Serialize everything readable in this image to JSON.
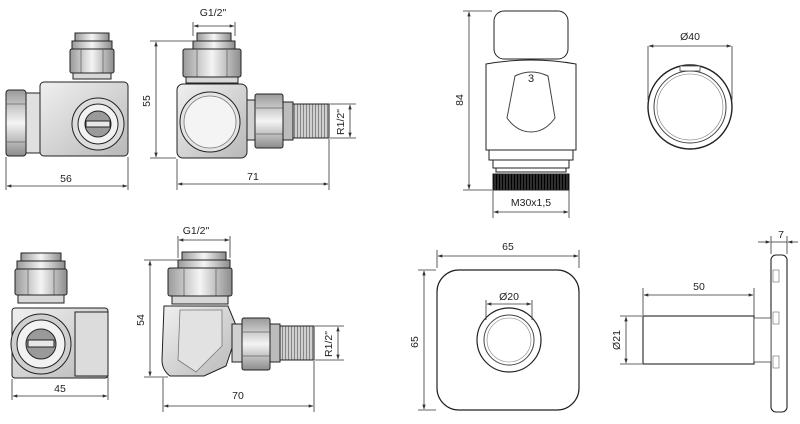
{
  "dimensions": {
    "view1_width": "56",
    "view2_height": "55",
    "view2_width": "71",
    "view2_thread_top": "G1/2\"",
    "view2_thread_side": "R1/2\"",
    "view3_width": "45",
    "view4_height": "54",
    "view4_width": "70",
    "view4_thread_top": "G1/2\"",
    "view4_thread_side": "R1/2\"",
    "head_height": "84",
    "head_thread": "M30x1,5",
    "head_number": "3",
    "knob_diameter": "Ø40",
    "rosette_width": "65",
    "rosette_height": "65",
    "rosette_hole": "Ø20",
    "sleeve_length": "50",
    "sleeve_diameter": "Ø21",
    "plate_thickness": "7"
  }
}
